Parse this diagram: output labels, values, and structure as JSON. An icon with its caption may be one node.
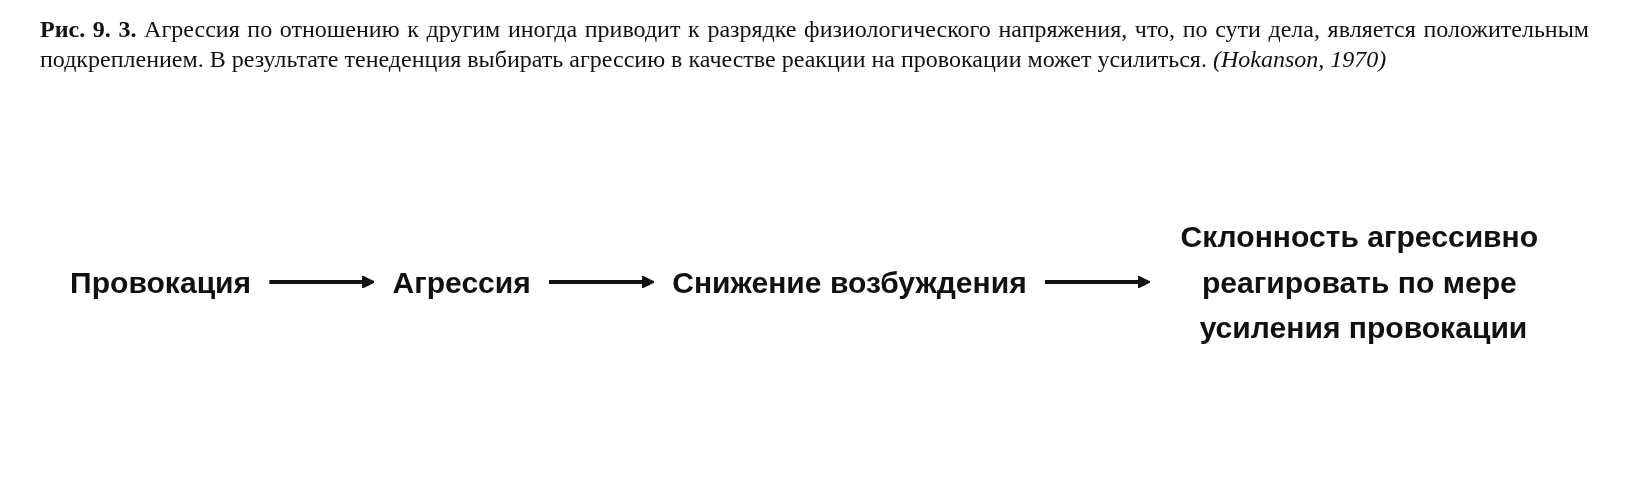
{
  "diagram": {
    "caption": "**Рис. 9. 3.** Агрессия по отношению к другим иногда приводит к разрядке физиологического напряжения, что, по сути дела, является положительным подкреплением. В результате тенеденция выбирать агрессию в качестве реакции на провокации может усилиться. *(Hokanson, 1970)*",
    "nodes": [
      {
        "text": [
          "Провокация"
        ]
      },
      {
        "text": [
          "Агрессия"
        ]
      },
      {
        "text": [
          "Снижение возбуждения"
        ]
      },
      {
        "text": [
          "Склонность агрессивно реагировать по мере усиления провокации"
        ]
      }
    ],
    "edges": [
      {
        "from": 0,
        "to": 1,
        "arrow": "to"
      },
      {
        "from": 1,
        "to": 2,
        "arrow": "to"
      },
      {
        "from": 2,
        "to": 3,
        "arrow": "to"
      }
    ]
  }
}
